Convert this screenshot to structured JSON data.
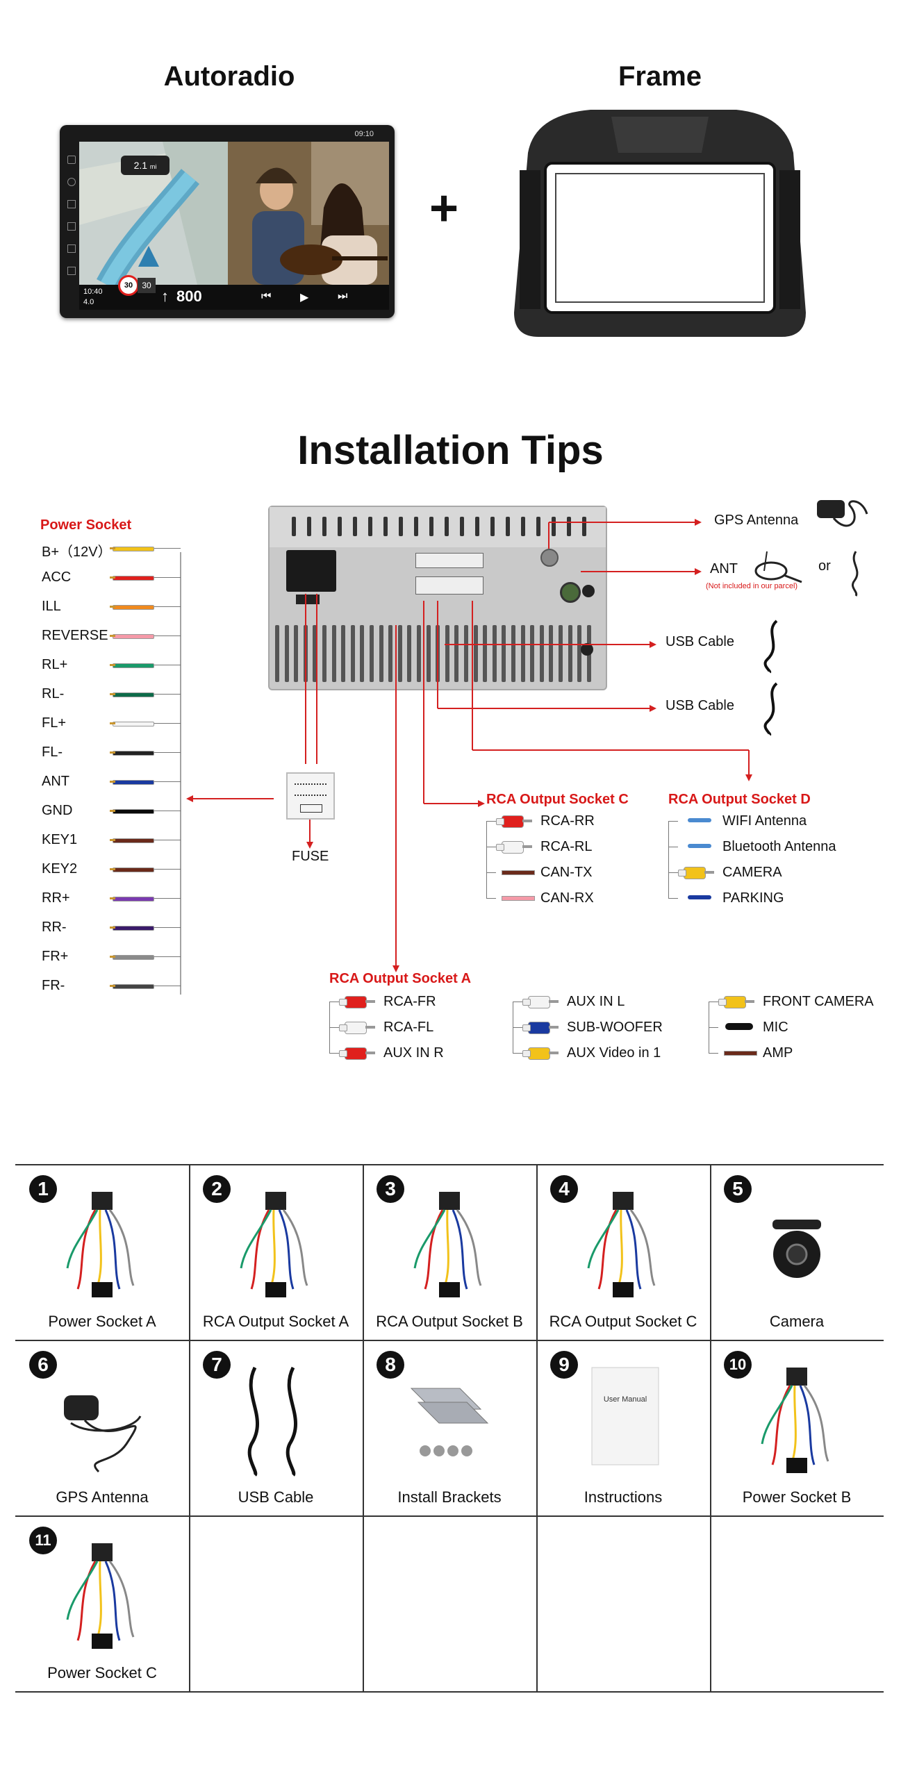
{
  "top": {
    "autoradio_title": "Autoradio",
    "frame_title": "Frame",
    "plus": "+",
    "screen": {
      "status_time": "09:10",
      "nav_distance": "2.1",
      "nav_unit": "mi",
      "clock": "10:40",
      "distance_left": "4.0",
      "speed_limit": "30",
      "speed": "30",
      "next_dist": "800"
    }
  },
  "install": {
    "title": "Installation Tips",
    "power_socket": {
      "title": "Power Socket",
      "pins": [
        {
          "label": "B+（12V）",
          "color": "#f2c21a"
        },
        {
          "label": "ACC",
          "color": "#e0201d"
        },
        {
          "label": "ILL",
          "color": "#f08a1e"
        },
        {
          "label": "REVERSE",
          "color": "#f59aa8"
        },
        {
          "label": "RL+",
          "color": "#1a9a6a"
        },
        {
          "label": "RL-",
          "color": "#0d6b4a"
        },
        {
          "label": "FL+",
          "color": "#f4f4f4"
        },
        {
          "label": "FL-",
          "color": "#222222"
        },
        {
          "label": "ANT",
          "color": "#1a3aa0"
        },
        {
          "label": "GND",
          "color": "#0a0a0a"
        },
        {
          "label": "KEY1",
          "color": "#6a2a1a"
        },
        {
          "label": "KEY2",
          "color": "#6a2a1a"
        },
        {
          "label": "RR+",
          "color": "#7a3ab0"
        },
        {
          "label": "RR-",
          "color": "#3a1a6a"
        },
        {
          "label": "FR+",
          "color": "#8a8a8a"
        },
        {
          "label": "FR-",
          "color": "#444444"
        }
      ]
    },
    "fuse_label": "FUSE",
    "gps_antenna": "GPS Antenna",
    "ant": "ANT",
    "ant_note": "(Not included in our parcel)",
    "or": "or",
    "usb1": "USB  Cable",
    "usb2": "USB Cable",
    "rca_c": {
      "title": "RCA Output Socket C",
      "items": [
        {
          "label": "RCA-RR",
          "color": "#e0201d",
          "kind": "rca"
        },
        {
          "label": "RCA-RL",
          "color": "#f4f4f4",
          "kind": "rca"
        },
        {
          "label": "CAN-TX",
          "color": "#6a2a1a",
          "kind": "wire"
        },
        {
          "label": "CAN-RX",
          "color": "#f59aa8",
          "kind": "wire"
        }
      ]
    },
    "rca_d": {
      "title": "RCA Output Socket D",
      "items": [
        {
          "label": "WIFI Antenna",
          "color": "#4a8ad0",
          "kind": "ant"
        },
        {
          "label": "Bluetooth Antenna",
          "color": "#4a8ad0",
          "kind": "ant"
        },
        {
          "label": "CAMERA",
          "color": "#f2c21a",
          "kind": "rca"
        },
        {
          "label": "PARKING",
          "color": "#1a3aa0",
          "kind": "ant"
        }
      ]
    },
    "rca_a": {
      "title": "RCA Output Socket A",
      "col1": [
        {
          "label": "RCA-FR",
          "color": "#e0201d"
        },
        {
          "label": "RCA-FL",
          "color": "#f4f4f4"
        },
        {
          "label": "AUX IN R",
          "color": "#e0201d"
        }
      ],
      "col2": [
        {
          "label": "AUX IN L",
          "color": "#f4f4f4"
        },
        {
          "label": "SUB-WOOFER",
          "color": "#1a3aa0"
        },
        {
          "label": "AUX Video in 1",
          "color": "#f2c21a"
        }
      ],
      "col3": [
        {
          "label": "FRONT CAMERA",
          "color": "#f2c21a",
          "kind": "rca"
        },
        {
          "label": "MIC",
          "color": "#111111",
          "kind": "mic"
        },
        {
          "label": "AMP",
          "color": "#6a2a1a",
          "kind": "wire"
        }
      ]
    }
  },
  "parts": [
    {
      "num": "1",
      "label": "Power Socket A",
      "icon": "power-socket-harness-icon"
    },
    {
      "num": "2",
      "label": "RCA Output Socket A",
      "icon": "rca-harness-icon"
    },
    {
      "num": "3",
      "label": "RCA Output Socket B",
      "icon": "rca-b-harness-icon"
    },
    {
      "num": "4",
      "label": "RCA Output Socket C",
      "icon": "rca-c-harness-icon"
    },
    {
      "num": "5",
      "label": "Camera",
      "icon": "camera-icon"
    },
    {
      "num": "6",
      "label": "GPS Antenna",
      "icon": "gps-antenna-icon"
    },
    {
      "num": "7",
      "label": "USB Cable",
      "icon": "usb-cable-icon"
    },
    {
      "num": "8",
      "label": "Install Brackets",
      "icon": "bracket-icon"
    },
    {
      "num": "9",
      "label": "Instructions",
      "icon": "manual-icon"
    },
    {
      "num": "10",
      "label": "Power Socket B",
      "icon": "power-socket-b-icon"
    },
    {
      "num": "11",
      "label": "Power Socket C",
      "icon": "power-socket-c-icon"
    }
  ],
  "manual_text": "User Manual",
  "colors": {
    "accent_red": "#d81818",
    "line_red": "#d42020"
  }
}
